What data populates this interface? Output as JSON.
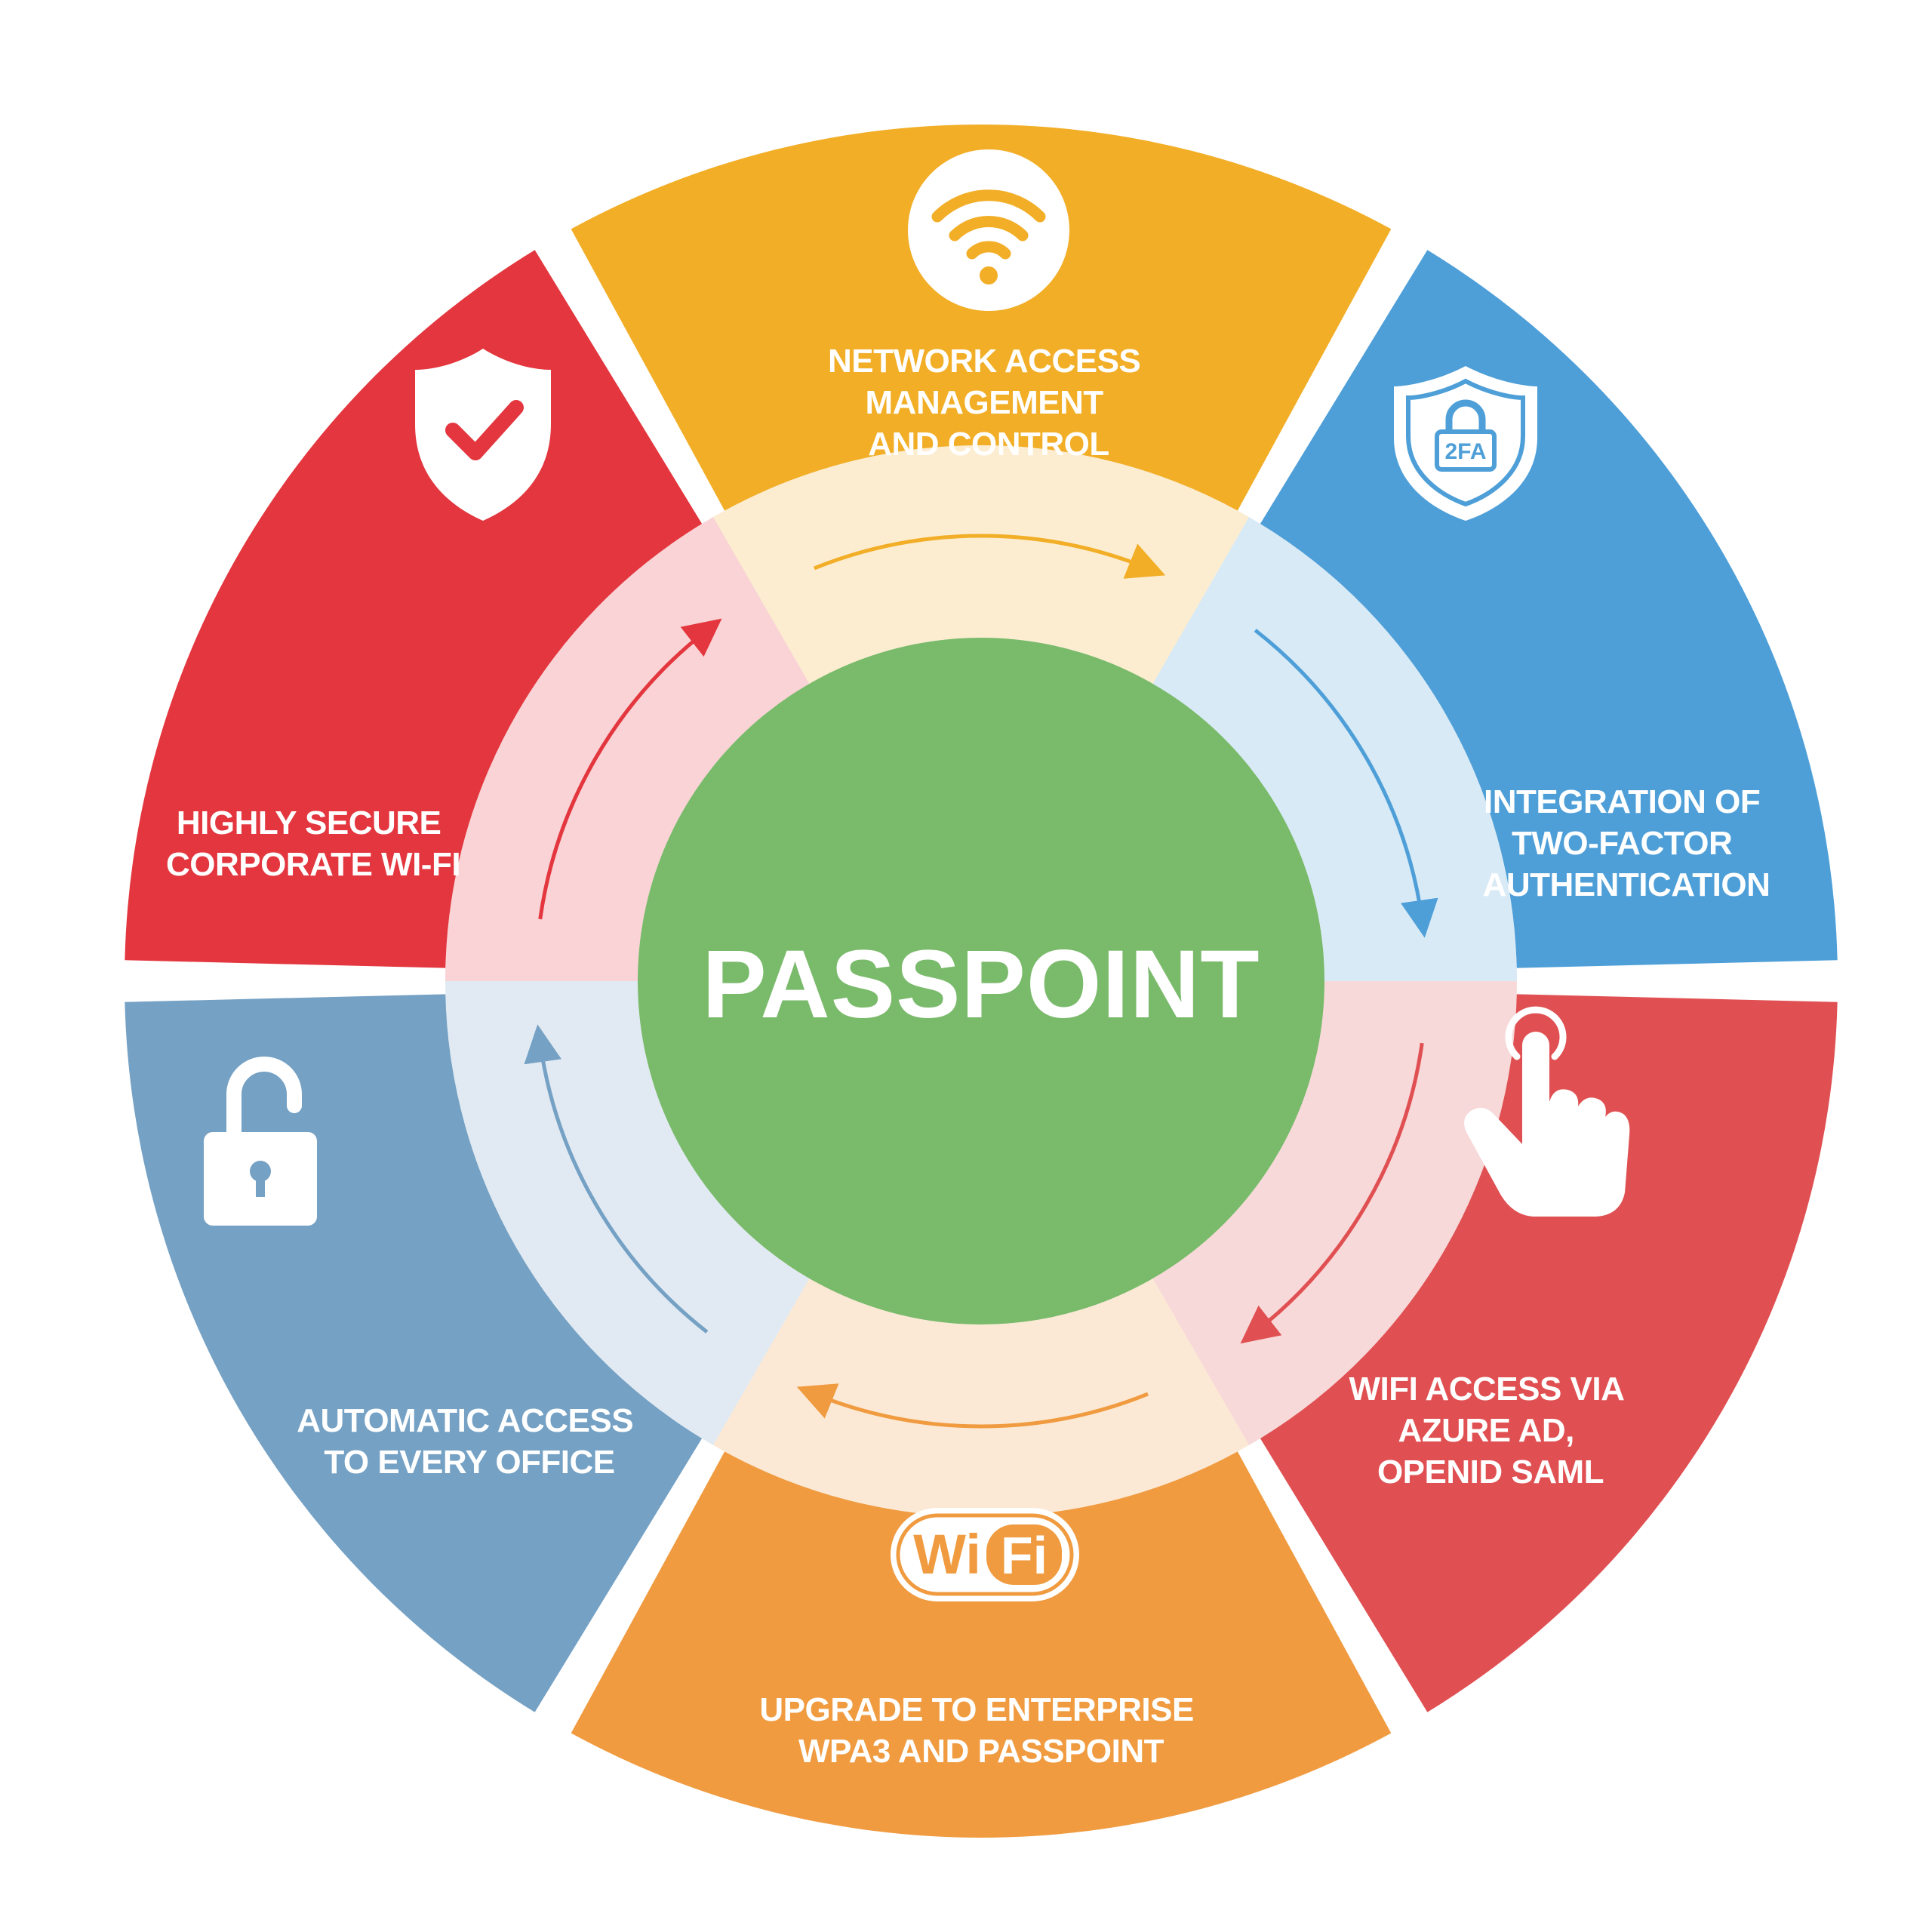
{
  "center": {
    "title": "PASSPOINT",
    "color": "#7aba6b"
  },
  "segments": [
    {
      "id": "network-access",
      "color": "#f2ae27",
      "icon": "wifi-signal-icon",
      "label": [
        "NETWORK ACCESS",
        "MANAGEMENT",
        "AND CONTROL"
      ]
    },
    {
      "id": "two-factor",
      "color": "#4e9fd8",
      "icon": "shield-2fa-icon",
      "label": [
        "INTEGRATION OF",
        "TWO-FACTOR",
        "AUTHENTICATION"
      ]
    },
    {
      "id": "azure-ad",
      "color": "#e05052",
      "icon": "tap-hand-icon",
      "label": [
        "WIFI ACCESS VIA",
        "AZURE AD,",
        "OPENID SAML"
      ]
    },
    {
      "id": "enterprise-upgrade",
      "color": "#f09b40",
      "icon": "wifi-logo-icon",
      "label": [
        "UPGRADE TO ENTERPRISE",
        "WPA3 AND PASSPOINT"
      ]
    },
    {
      "id": "automatic-access",
      "color": "#75a1c4",
      "icon": "unlock-icon",
      "label": [
        "AUTOMATIC ACCESS",
        "TO EVERY OFFICE"
      ]
    },
    {
      "id": "secure-wifi",
      "color": "#e3363e",
      "icon": "shield-check-icon",
      "label": [
        "HIGHLY SECURE",
        "CORPORATE WI-FI"
      ]
    }
  ],
  "icons": {
    "two_factor_badge": "2FA",
    "wifi_logo_left": "Wi",
    "wifi_logo_right": "Fi"
  }
}
